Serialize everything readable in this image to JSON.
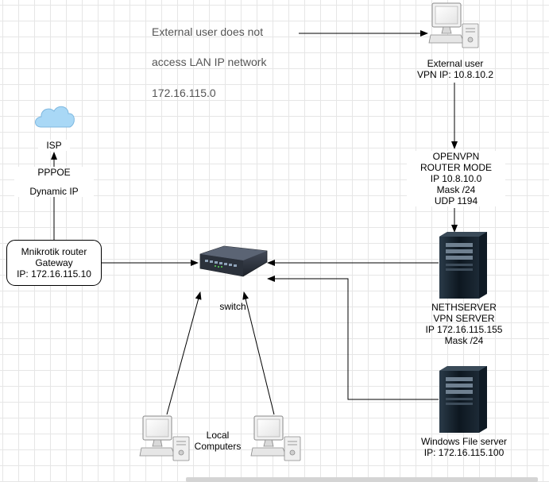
{
  "notes": {
    "line1": "External user does not",
    "line2": "access LAN IP network",
    "line3": "172.16.115.0"
  },
  "isp": {
    "label": "ISP",
    "link_line1": "PPPOE",
    "link_line2": "Dynamic IP"
  },
  "router": {
    "line1": "Mnikrotik router",
    "line2": "Gateway",
    "line3": "IP: 172.16.115.10"
  },
  "switch": {
    "label": "switch"
  },
  "external_user": {
    "line1": "External user",
    "line2": "VPN IP: 10.8.10.2"
  },
  "openvpn": {
    "line1": "OPENVPN",
    "line2": "ROUTER MODE",
    "line3": "IP 10.8.10.0",
    "line4": "Mask /24",
    "line5": "UDP 1194"
  },
  "nethserver": {
    "line1": "NETHSERVER",
    "line2": "VPN SERVER",
    "line3": "IP 172.16.115.155",
    "line4": "Mask /24"
  },
  "file_server": {
    "line1": "Windows File server",
    "line2": "IP: 172.16.115.100"
  },
  "local_computers": {
    "line1": "Local",
    "line2": "Computers"
  },
  "colors": {
    "grid": "#e6e6e6",
    "cloud": "#a9d8f6",
    "cloud_stroke": "#7fb8e0",
    "server_body": "#0f1a24",
    "monitor_frame": "#e8e8e8",
    "note_text": "#555555"
  }
}
